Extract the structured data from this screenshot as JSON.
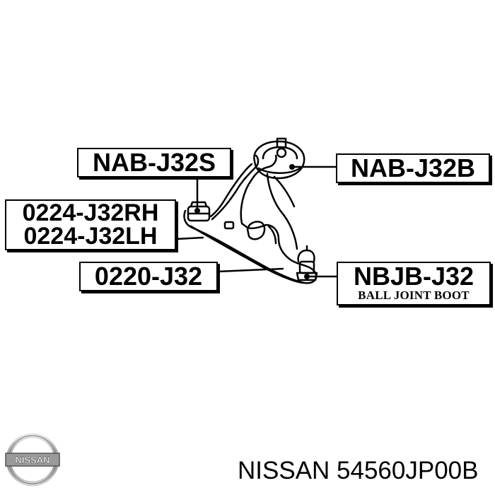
{
  "labels": {
    "nab_j32s": "NAB-J32S",
    "nab_j32b": "NAB-J32B",
    "bushing_rh": "0224-J32RH",
    "bushing_lh": "0224-J32LH",
    "arm": "0220-J32",
    "boot_code": "NBJB-J32",
    "boot_desc": "BALL JOINT BOOT"
  },
  "logo": {
    "text": "NISSAN"
  },
  "caption": "NISSAN 54560JP00B"
}
